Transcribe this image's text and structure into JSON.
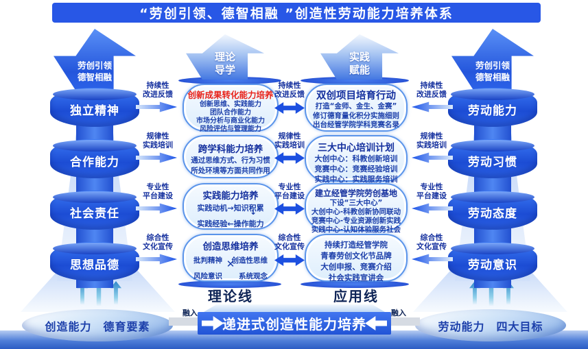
{
  "title": "“劳创引领、德智相融 ”创造性劳动能力培养体系",
  "left_tower": {
    "peak_line1": "劳创引领",
    "peak_line2": "德智相融",
    "levels": [
      "独立精神",
      "合作能力",
      "社会责任",
      "思想品德"
    ],
    "base_label": "创造能力　德育要素"
  },
  "right_tower": {
    "peak_line1": "劳创引领",
    "peak_line2": "德智相融",
    "levels": [
      "劳动能力",
      "劳动习惯",
      "劳动态度",
      "劳动意识"
    ],
    "base_label": "劳动能力　四大目标"
  },
  "theory_column": {
    "header_line1": "理论",
    "header_line2": "导学",
    "footer": "理论线",
    "boxes": [
      {
        "title": "创新成果转化能力培养",
        "lines": [
          "创新思维、实践能力",
          "团队合作能力",
          "市场分析与商业化能力",
          "风险评估与管理能力"
        ]
      },
      {
        "title": "跨学科能力培养",
        "lines": [
          "通过思维方式、行为习惯",
          "所处环境等方面共同作用"
        ]
      },
      {
        "title": "实践能力培养",
        "lines": [
          "实践动机→知识积累",
          "实践经验←操作能力"
        ],
        "down_arrow": "↓"
      },
      {
        "title": "创造思维培养",
        "pair_top_left": "批判精神",
        "pair_top_right": "创造性思维",
        "pair_bottom_left": "风险意识",
        "pair_bottom_right": "系统观念",
        "cross": "✕"
      }
    ]
  },
  "practice_column": {
    "header_line1": "实践",
    "header_line2": "赋能",
    "footer": "应用线",
    "boxes": [
      {
        "title": "双创项目培育行动",
        "lines": [
          "打造“金师、金生、金赛”",
          "修订德育量化积分实施细则",
          "出台经管学院学科竞赛名录"
        ]
      },
      {
        "title": "三大中心培训计划",
        "lines": [
          "大创中心：科教创新培训",
          "竞赛中心：竞赛经验培训",
          "实践中心：实践服务培训"
        ]
      },
      {
        "title": "建立经管学院劳创基地",
        "lines": [
          "下设“三大中心”",
          "大创中心-科教创新协同联动",
          "竞赛中心-专业资源创新实践",
          "实践中心-认知体验服务社会"
        ]
      },
      {
        "lines": [
          "持续打造经管学院",
          "青春劳创文化节品牌",
          "大创申报、竞赛介绍",
          "社会实践宣讲会"
        ]
      }
    ]
  },
  "row_labels": [
    {
      "line1": "持续性",
      "line2": "改进反馈"
    },
    {
      "line1": "规律性",
      "line2": "实践培训"
    },
    {
      "line1": "专业性",
      "line2": "平台建设"
    },
    {
      "line1": "综合性",
      "line2": "文化宣传"
    }
  ],
  "bottom": {
    "banner": "递进式创造性能力培养",
    "merge_left": "融入",
    "merge_right": "融入"
  },
  "colors": {
    "primary_blue": "#2857e6",
    "deep_blue": "#1d50e0",
    "box_text_blue": "#1c3faa",
    "title_navy": "#15309e",
    "highlight_red": "#e8231a",
    "dark_navy": "#0e2456"
  }
}
